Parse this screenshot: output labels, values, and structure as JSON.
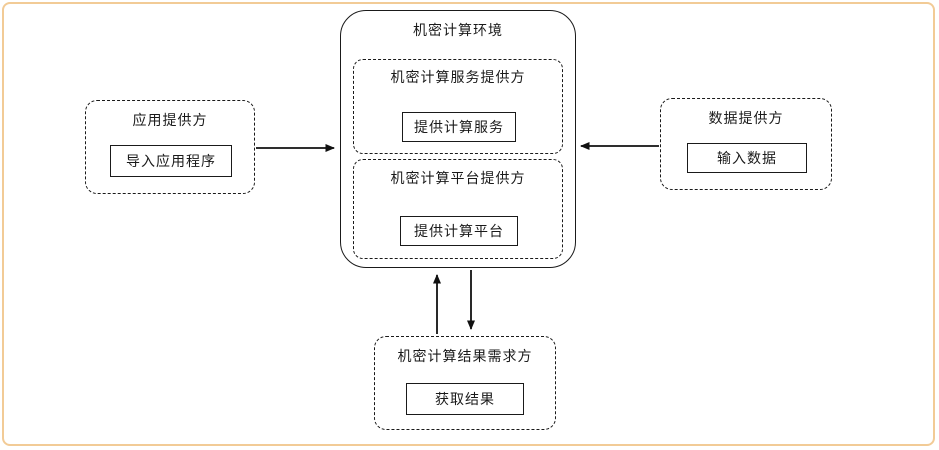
{
  "diagram": {
    "center": {
      "title": "机密计算环境",
      "service_provider": {
        "title": "机密计算服务提供方",
        "action": "提供计算服务"
      },
      "platform_provider": {
        "title": "机密计算平台提供方",
        "action": "提供计算平台"
      }
    },
    "app_provider": {
      "title": "应用提供方",
      "action": "导入应用程序"
    },
    "data_provider": {
      "title": "数据提供方",
      "action": "输入数据"
    },
    "result_consumer": {
      "title": "机密计算结果需求方",
      "action": "获取结果"
    },
    "colors": {
      "frame_border": "#f2cb96",
      "line": "#111111"
    }
  }
}
